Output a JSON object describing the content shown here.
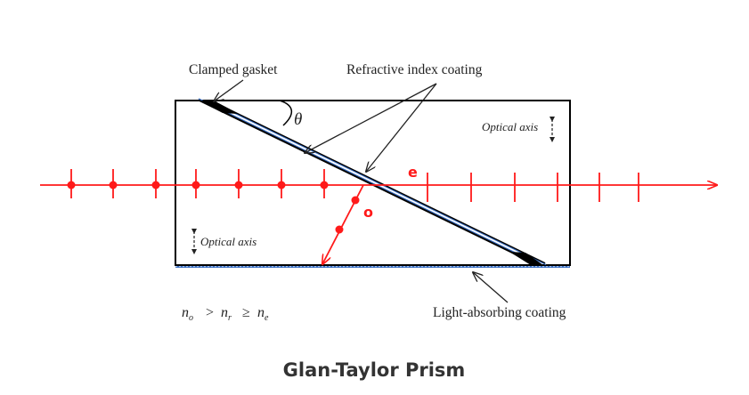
{
  "title": "Glan-Taylor Prism",
  "labels": {
    "clamped_gasket": "Clamped gasket",
    "refractive_index_coating": "Refractive index coating",
    "optical_axis_top": "Optical axis",
    "optical_axis_bottom": "Optical axis",
    "light_absorbing_coating": "Light-absorbing coating",
    "theta": "θ",
    "e_ray": "e",
    "o_ray": "o",
    "relation": {
      "n": "n",
      "sub_o": "o",
      "gt": ">",
      "sub_r": "r",
      "ge": "≥",
      "sub_e": "e"
    }
  },
  "colors": {
    "ray": "#ff1a1a",
    "outline": "#000000",
    "coating": "#3a6fc4",
    "text": "#222222",
    "title": "#333333"
  }
}
